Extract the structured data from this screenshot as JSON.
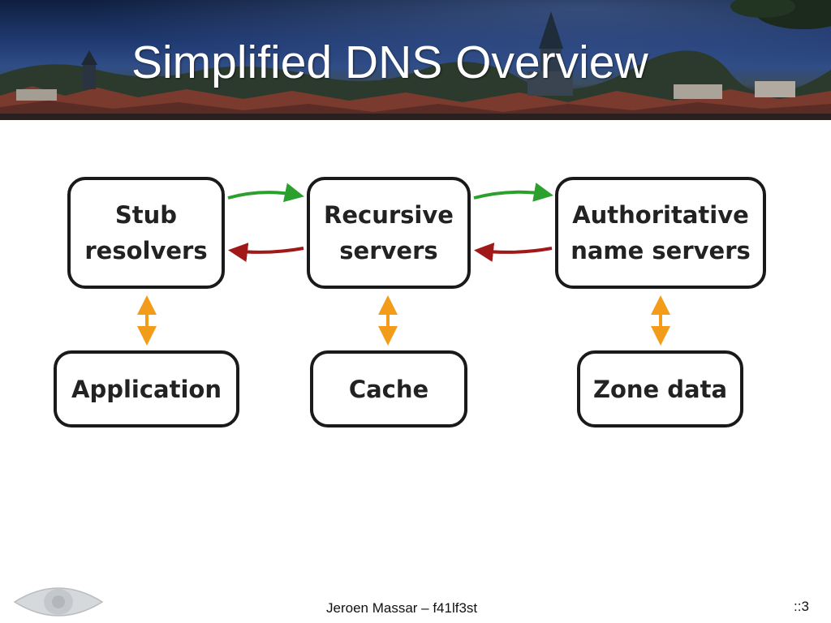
{
  "slide": {
    "title": "Simplified DNS Overview",
    "footer": "Jeroen Massar – f41lf3st",
    "page_number": "::3"
  },
  "diagram": {
    "nodes": {
      "stub": "Stub\nresolvers",
      "recursive": "Recursive\nservers",
      "authoritative": "Authoritative\nname servers",
      "application": "Application",
      "cache": "Cache",
      "zone": "Zone data"
    },
    "edges": [
      {
        "from": "stub",
        "to": "recursive",
        "kind": "query"
      },
      {
        "from": "recursive",
        "to": "stub",
        "kind": "response"
      },
      {
        "from": "recursive",
        "to": "authoritative",
        "kind": "query"
      },
      {
        "from": "authoritative",
        "to": "recursive",
        "kind": "response"
      },
      {
        "from": "stub",
        "to": "application",
        "kind": "bidirectional"
      },
      {
        "from": "recursive",
        "to": "cache",
        "kind": "bidirectional"
      },
      {
        "from": "authoritative",
        "to": "zone",
        "kind": "bidirectional"
      }
    ]
  },
  "colors": {
    "query_arrow": "#2ca02c",
    "response_arrow": "#a01818",
    "local_arrow": "#f39c1a",
    "box_border": "#1a1a1a"
  }
}
